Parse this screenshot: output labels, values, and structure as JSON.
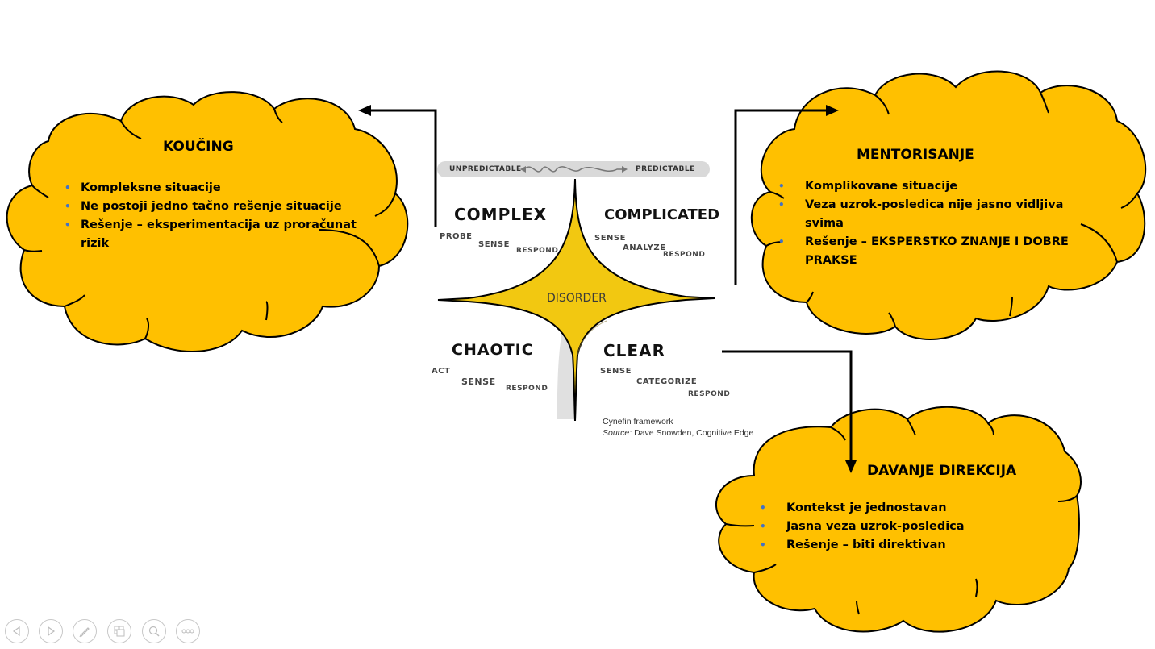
{
  "slide": {
    "clouds": {
      "coaching": {
        "title": "KOUČING",
        "bullets": [
          "Kompleksne situacije",
          "Ne postoji jedno tačno rešenje situacije",
          "Rešenje – eksperimentacija uz proračunat rizik"
        ]
      },
      "mentoring": {
        "title": "MENTORISANJE",
        "bullets": [
          "Komplikovane situacije",
          "Veza uzrok-posledica nije jasno vidljiva svima",
          "Rešenje – EKSPERSTKO ZNANJE I DOBRE PRAKSE"
        ]
      },
      "directing": {
        "title": "DAVANJE DIREKCIJA",
        "bullets": [
          "Kontekst je jednostavan",
          "Jasna veza uzrok-posledica",
          "Rešenje – biti direktivan"
        ]
      }
    },
    "cynefin": {
      "scale_left": "UNPREDICTABLE",
      "scale_right": "PREDICTABLE",
      "center": "DISORDER",
      "domains": {
        "complex": {
          "name": "COMPLEX",
          "steps": [
            "PROBE",
            "SENSE",
            "RESPOND"
          ]
        },
        "complicated": {
          "name": "COMPLICATED",
          "steps": [
            "SENSE",
            "ANALYZE",
            "RESPOND"
          ]
        },
        "chaotic": {
          "name": "CHAOTIC",
          "steps": [
            "ACT",
            "SENSE",
            "RESPOND"
          ]
        },
        "clear": {
          "name": "CLEAR",
          "steps": [
            "SENSE",
            "CATEGORIZE",
            "RESPOND"
          ]
        }
      },
      "caption_line1": "Cynefin framework",
      "caption_source_label": "Source:",
      "caption_source_text": " Dave Snowden, Cognitive Edge"
    },
    "colors": {
      "cloud_fill": "#ffc000",
      "disorder_fill": "#f2c811",
      "bullet": "#4472c4"
    }
  },
  "presenter_nav": {
    "icons": [
      "previous-icon",
      "next-icon",
      "pen-icon",
      "slides-grid-icon",
      "zoom-icon",
      "more-icon"
    ]
  }
}
